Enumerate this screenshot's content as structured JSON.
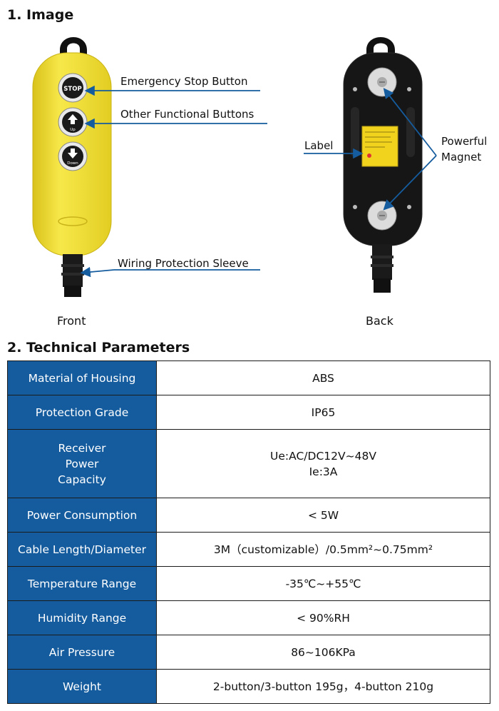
{
  "section1": {
    "title": "1. Image"
  },
  "front": {
    "caption": "Front",
    "callouts": {
      "emergency_stop": "Emergency Stop Button",
      "functional": "Other Functional Buttons",
      "sleeve": "Wiring Protection Sleeve"
    },
    "buttons": {
      "stop": "STOP",
      "up": "Up",
      "down": "Down"
    }
  },
  "back": {
    "caption": "Back",
    "callouts": {
      "label": "Label",
      "magnet": "Powerful\nMagnet"
    }
  },
  "section2": {
    "title": "2. Technical Parameters"
  },
  "parameters": [
    {
      "name": "Material of Housing",
      "value": "ABS"
    },
    {
      "name": "Protection Grade",
      "value": "IP65"
    },
    {
      "name": "Receiver\nPower\nCapacity",
      "value": "Ue:AC/DC12V~48V\nIe:3A"
    },
    {
      "name": "Power Consumption",
      "value": "< 5W"
    },
    {
      "name": "Cable Length/Diameter",
      "value": "3M（customizable）/0.5mm²~0.75mm²"
    },
    {
      "name": "Temperature Range",
      "value": "-35℃~+55℃"
    },
    {
      "name": "Humidity Range",
      "value": "< 90%RH"
    },
    {
      "name": "Air Pressure",
      "value": "86~106KPa"
    },
    {
      "name": "Weight",
      "value": "2-button/3-button 195g，4-button 210g"
    }
  ],
  "colors": {
    "header_cell": "#155c9e",
    "housing_yellow": "#f4e23c",
    "arrow_blue": "#155c9e"
  }
}
